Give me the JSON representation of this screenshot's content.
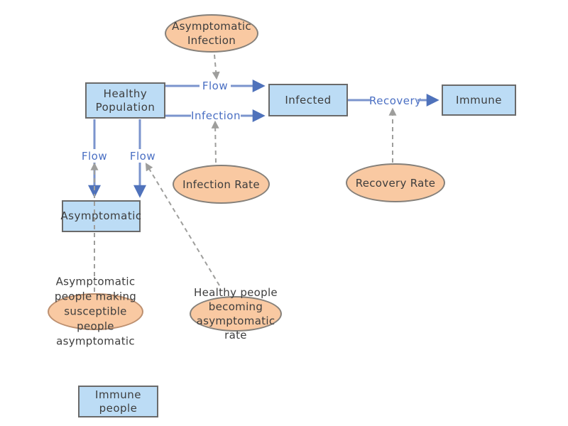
{
  "diagram": {
    "stocks": [
      {
        "label": "Healthy\nPopulation"
      },
      {
        "label": "Infected"
      },
      {
        "label": "Immune"
      },
      {
        "label": "Asymptomatic"
      },
      {
        "label": "Immune\npeople"
      }
    ],
    "variables": [
      {
        "label": "Asymptomatic\nInfection"
      },
      {
        "label": "Infection Rate"
      },
      {
        "label": "Recovery Rate"
      },
      {
        "label": "Asymptomatic\npeople making\nsusceptible\npeople\nasymptomatic"
      },
      {
        "label": "Healthy people\nbecoming\nasymptomatic\nrate"
      }
    ],
    "flow_labels": {
      "flow_top": "Flow",
      "infection": "Infection",
      "recovery": "Recovery",
      "flow_left": "Flow",
      "flow_right": "Flow"
    },
    "colors": {
      "stock_fill": "#bcdcf5",
      "stock_border": "#6a6a6a",
      "variable_fill": "#f9c9a2",
      "variable_border": "#85807a",
      "variable_border_alt": "#bd9070",
      "flow_line": "#7b94cd",
      "flow_arrowhead": "#4f72bb",
      "flow_label_text": "#4a6fc3",
      "dashed_link": "#9e9e9c",
      "node_text": "#3d3d3d",
      "background": "#ffffff"
    }
  }
}
